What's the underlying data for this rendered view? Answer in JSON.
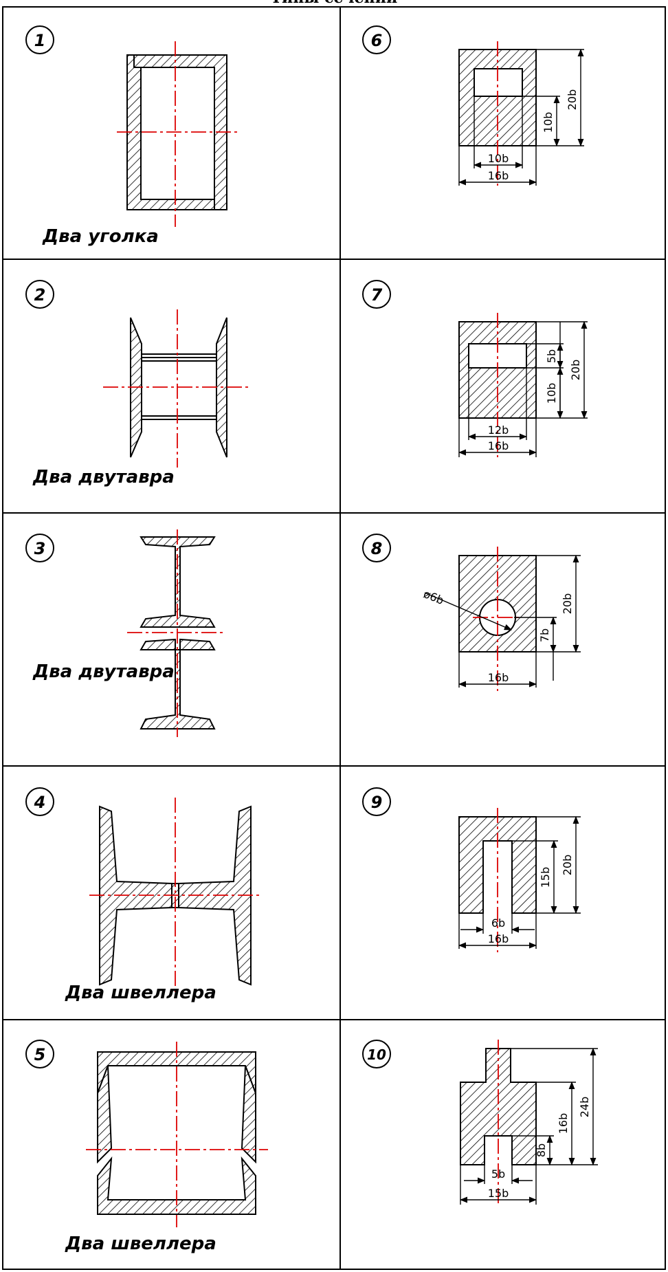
{
  "header": {
    "text": "Типы сечений"
  },
  "colors": {
    "hatch": "#000000",
    "axis": "#dd0000",
    "border": "#000000"
  },
  "cells": [
    {
      "number": "1",
      "caption": "Два уголка"
    },
    {
      "number": "2",
      "caption": "Два двутавра"
    },
    {
      "number": "3",
      "caption": "Два двутавра"
    },
    {
      "number": "4",
      "caption": "Два швеллера"
    },
    {
      "number": "5",
      "caption": "Два швеллера"
    },
    {
      "number": "6",
      "dims": [
        "20b",
        "10b",
        "10b",
        "16b"
      ]
    },
    {
      "number": "7",
      "dims": [
        "5b",
        "20b",
        "10b",
        "12b",
        "16b"
      ]
    },
    {
      "number": "8",
      "dims": [
        "ø6b",
        "20b",
        "7b",
        "16b"
      ]
    },
    {
      "number": "9",
      "dims": [
        "15b",
        "20b",
        "6b",
        "16b"
      ]
    },
    {
      "number": "10",
      "dims": [
        "24b",
        "16b",
        "8b",
        "5b",
        "15b"
      ]
    }
  ]
}
